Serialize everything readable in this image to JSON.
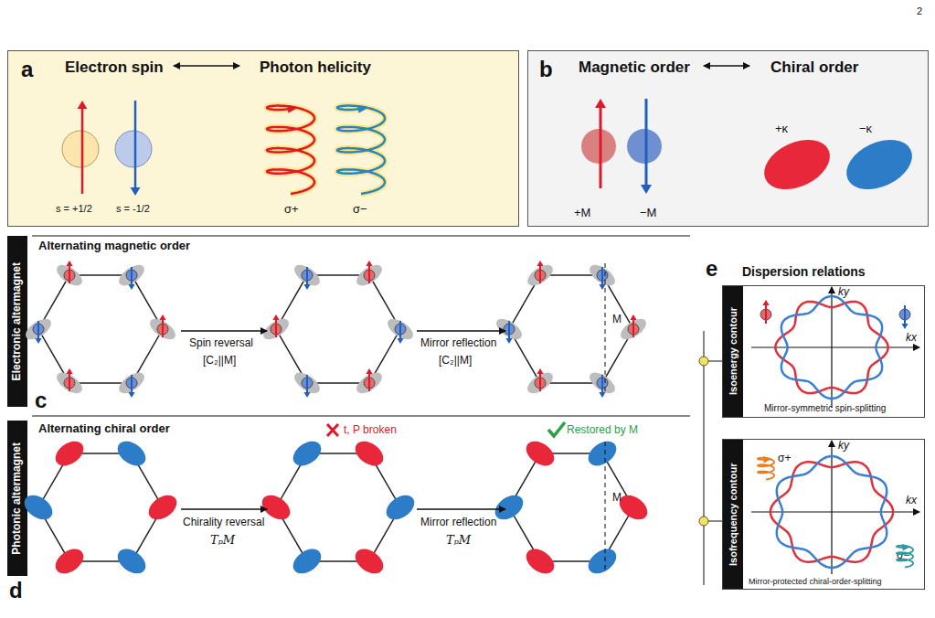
{
  "diagram": {
    "nodes": [
      {
        "text": [
          "a",
          "Electron spin",
          "Photon helicity",
          "s = +1/2",
          "s = -1/2",
          "σ+",
          "σ−"
        ]
      },
      {
        "text": [
          "b",
          "Magnetic order",
          "Chiral order",
          "+M",
          "−M",
          "+κ",
          "−κ"
        ]
      },
      {
        "text": [
          "Electronic altermagnet"
        ]
      },
      {
        "text": [
          "Photonic altermagnet"
        ]
      },
      {
        "text": [
          "Isoenergy contour",
          "ky",
          "kx",
          "Mirror-symmetric spin-splitting"
        ]
      },
      {
        "text": [
          "Isofrequency contour",
          "σ+",
          "σ−",
          "ky",
          "kx",
          "Mirror-protected chiral-order-splitting"
        ]
      }
    ],
    "labels": [
      "2",
      "Alternating magnetic order",
      "Spin reversal",
      "[C₂||M]",
      "Mirror reflection",
      "[C₂||M]",
      "M",
      "c",
      "Alternating chiral order",
      "t, P broken",
      "Restored by M",
      "Chirality reversal",
      "TₚM",
      "Mirror reflection",
      "TₚM",
      "M",
      "d",
      "e",
      "Dispersion relations"
    ]
  }
}
